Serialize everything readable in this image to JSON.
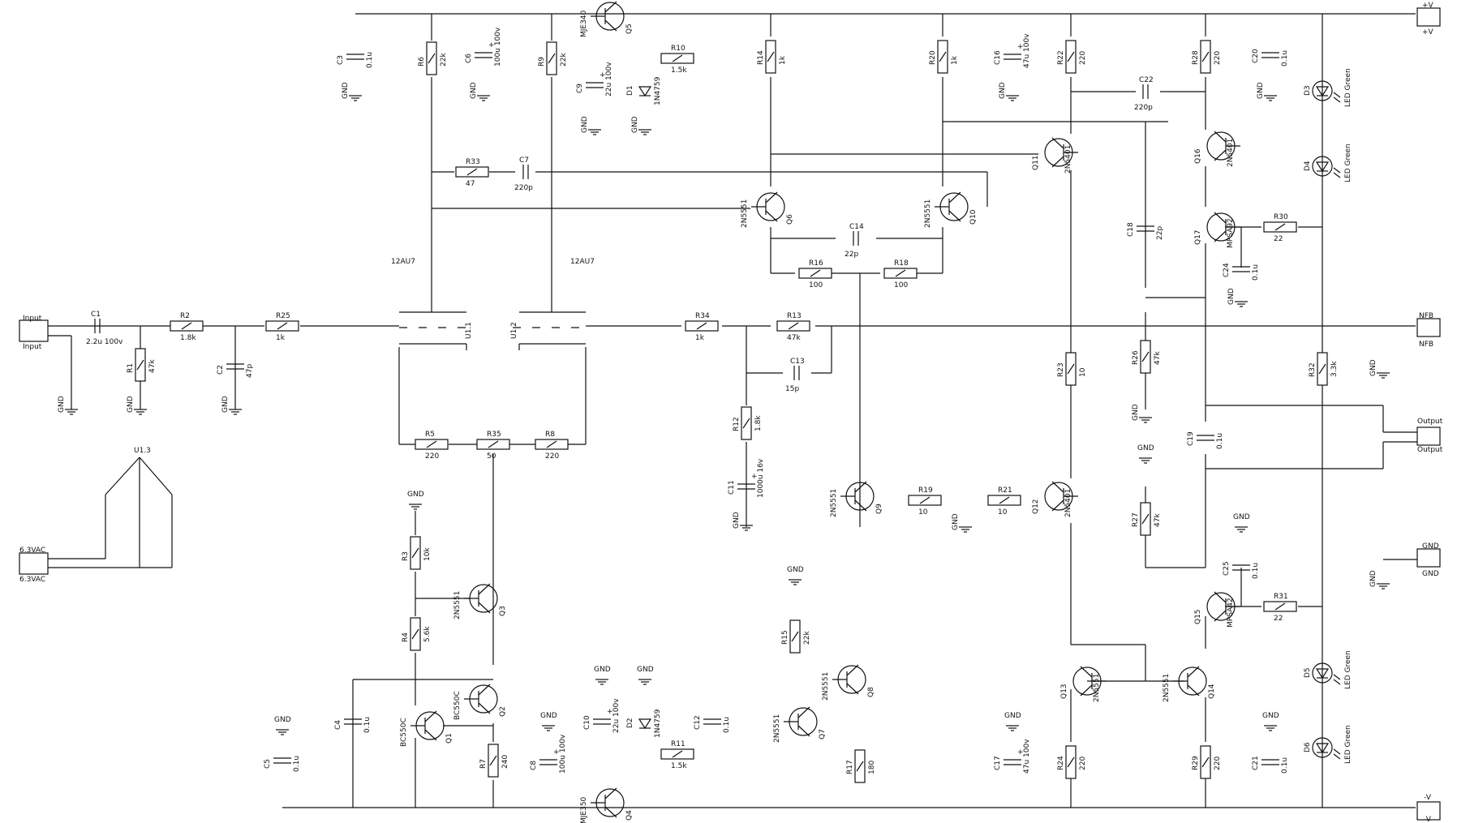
{
  "nets": {
    "vplus": "+V",
    "vminus": "-V",
    "gnd": "GND"
  },
  "connectors": {
    "input": {
      "name": "Input",
      "label": "Input"
    },
    "heater": {
      "name": "6.3VAC",
      "label": "6.3VAC"
    },
    "vplus": {
      "name": "+V",
      "label": "+V"
    },
    "nfb": {
      "name": "NFB",
      "label": "NFB"
    },
    "output": {
      "name": "Output",
      "label": "Output"
    },
    "gnd": {
      "name": "GND",
      "label": "GND"
    },
    "vminus": {
      "name": "-V",
      "label": "-V"
    }
  },
  "tube": {
    "u1": "U1.1",
    "u2": "U1.2",
    "u3": "U1.3",
    "type1": "12AU7",
    "type2": "12AU7"
  },
  "resistors": [
    {
      "ref": "R1",
      "value": "47k"
    },
    {
      "ref": "R2",
      "value": "1.8k"
    },
    {
      "ref": "R25",
      "value": "1k"
    },
    {
      "ref": "R6",
      "value": "22k"
    },
    {
      "ref": "R9",
      "value": "22k"
    },
    {
      "ref": "R33",
      "value": "47"
    },
    {
      "ref": "R10",
      "value": "1.5k"
    },
    {
      "ref": "R14",
      "value": "1k"
    },
    {
      "ref": "R20",
      "value": "1k"
    },
    {
      "ref": "R16",
      "value": "100"
    },
    {
      "ref": "R18",
      "value": "100"
    },
    {
      "ref": "R34",
      "value": "1k"
    },
    {
      "ref": "R13",
      "value": "47k"
    },
    {
      "ref": "R12",
      "value": "1.8k"
    },
    {
      "ref": "R5",
      "value": "220"
    },
    {
      "ref": "R35",
      "value": "50"
    },
    {
      "ref": "R8",
      "value": "220"
    },
    {
      "ref": "R3",
      "value": "10k"
    },
    {
      "ref": "R4",
      "value": "5.6k"
    },
    {
      "ref": "R7",
      "value": "240"
    },
    {
      "ref": "R11",
      "value": "1.5k"
    },
    {
      "ref": "R15",
      "value": "22k"
    },
    {
      "ref": "R17",
      "value": "180"
    },
    {
      "ref": "R19",
      "value": "10"
    },
    {
      "ref": "R21",
      "value": "10"
    },
    {
      "ref": "R22",
      "value": "220"
    },
    {
      "ref": "R23",
      "value": "10"
    },
    {
      "ref": "R24",
      "value": "220"
    },
    {
      "ref": "R26",
      "value": "47k"
    },
    {
      "ref": "R27",
      "value": "47k"
    },
    {
      "ref": "R28",
      "value": "220"
    },
    {
      "ref": "R29",
      "value": "220"
    },
    {
      "ref": "R30",
      "value": "22"
    },
    {
      "ref": "R31",
      "value": "22"
    },
    {
      "ref": "R32",
      "value": "3.3k"
    }
  ],
  "capacitors": [
    {
      "ref": "C1",
      "value": "2.2u 100v"
    },
    {
      "ref": "C2",
      "value": "47p"
    },
    {
      "ref": "C3",
      "value": "0.1u"
    },
    {
      "ref": "C6",
      "value": "100u 100v"
    },
    {
      "ref": "C7",
      "value": "220p"
    },
    {
      "ref": "C9",
      "value": "22u 100v"
    },
    {
      "ref": "C14",
      "value": "22p"
    },
    {
      "ref": "C16",
      "value": "47u 100v"
    },
    {
      "ref": "C22",
      "value": "220p"
    },
    {
      "ref": "C20",
      "value": "0.1u"
    },
    {
      "ref": "C18",
      "value": "22p"
    },
    {
      "ref": "C24",
      "value": "0.1u"
    },
    {
      "ref": "C13",
      "value": "15p"
    },
    {
      "ref": "C11",
      "value": "1000u 16v"
    },
    {
      "ref": "C19",
      "value": "0.1u"
    },
    {
      "ref": "C25",
      "value": "0.1u"
    },
    {
      "ref": "C4",
      "value": "0.1u"
    },
    {
      "ref": "C5",
      "value": "0.1u"
    },
    {
      "ref": "C8",
      "value": "100u 100v"
    },
    {
      "ref": "C10",
      "value": "22u 100v"
    },
    {
      "ref": "C12",
      "value": "0.1u"
    },
    {
      "ref": "C17",
      "value": "47u 100v"
    },
    {
      "ref": "C21",
      "value": "0.1u"
    }
  ],
  "transistors": [
    {
      "ref": "Q1",
      "type": "BC550C"
    },
    {
      "ref": "Q2",
      "type": "BC550C"
    },
    {
      "ref": "Q3",
      "type": "2N5551"
    },
    {
      "ref": "Q4",
      "type": "MJE350"
    },
    {
      "ref": "Q5",
      "type": "MJE340"
    },
    {
      "ref": "Q6",
      "type": "2N5551"
    },
    {
      "ref": "Q7",
      "type": "2N5551"
    },
    {
      "ref": "Q8",
      "type": "2N5551"
    },
    {
      "ref": "Q9",
      "type": "2N5551"
    },
    {
      "ref": "Q10",
      "type": "2N5551"
    },
    {
      "ref": "Q11",
      "type": "2N5401"
    },
    {
      "ref": "Q12",
      "type": "2N5401"
    },
    {
      "ref": "Q13",
      "type": "2N5551"
    },
    {
      "ref": "Q14",
      "type": "2N5551"
    },
    {
      "ref": "Q15",
      "type": "MPSA42"
    },
    {
      "ref": "Q16",
      "type": "2N5401"
    },
    {
      "ref": "Q17",
      "type": "MPSA92"
    }
  ],
  "diodes": [
    {
      "ref": "D1",
      "type": "1N4759"
    },
    {
      "ref": "D2",
      "type": "1N4759"
    },
    {
      "ref": "D3",
      "type": "LED Green"
    },
    {
      "ref": "D4",
      "type": "LED Green"
    },
    {
      "ref": "D5",
      "type": "LED Green"
    },
    {
      "ref": "D6",
      "type": "LED Green"
    }
  ]
}
